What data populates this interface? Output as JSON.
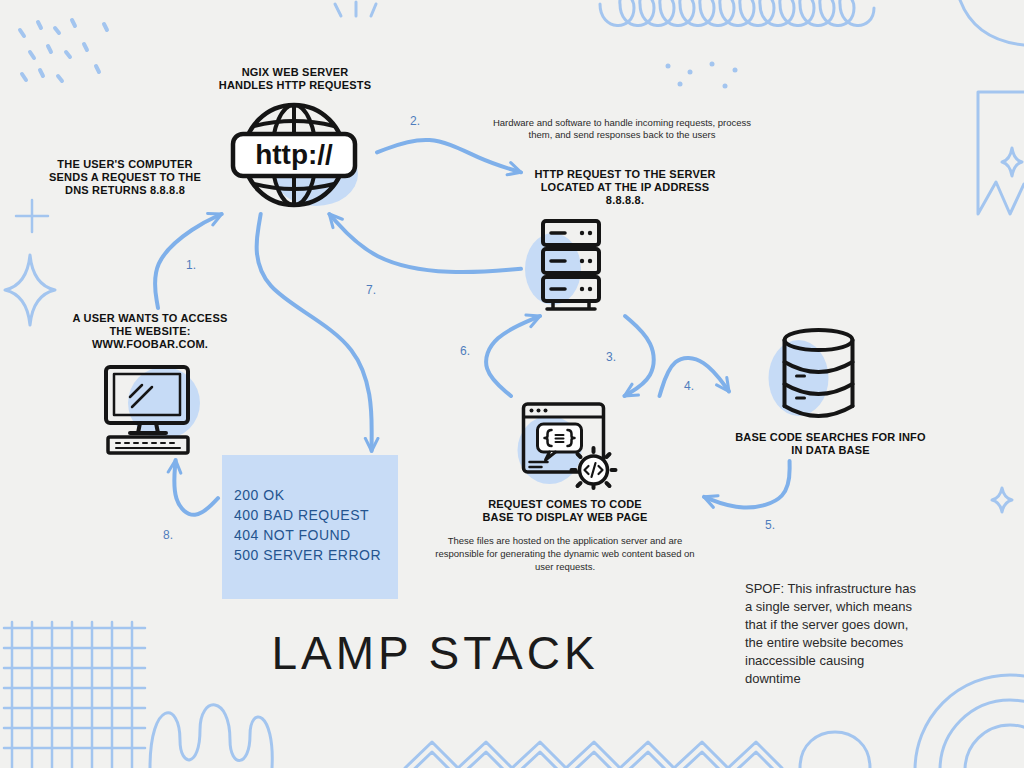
{
  "diagram": {
    "title": "LAMP STACK",
    "nodes": [
      {
        "text": [
          "NGIX WEB SERVER HANDLES HTTP REQUESTS",
          "http://"
        ]
      },
      {
        "text": [
          "HTTP REQUEST TO THE SERVER LOCATED AT THE IP ADDRESS 8.8.8.8."
        ]
      },
      {
        "text": [
          "A USER WANTS TO ACCESS THE WEBSITE: WWW.FOOBAR.COM."
        ]
      },
      {
        "text": [
          "BASE CODE SEARCHES FOR INFO IN DATA BASE"
        ]
      },
      {
        "text": [
          "REQUEST COMES TO CODE BASE TO DISPLAY WEB PAGE",
          "These files are hosted on the application server and are responsible for generating the dynamic web content based on user requests."
        ]
      },
      {
        "text": [
          "200 OK",
          "400 BAD REQUEST",
          "404 NOT FOUND",
          "500 SERVER ERROR"
        ]
      }
    ],
    "edges": [
      {
        "from": 2,
        "to": 0,
        "arrow": "to",
        "label": "1."
      },
      {
        "from": 0,
        "to": 1,
        "arrow": "to",
        "label": "2."
      },
      {
        "from": 1,
        "to": 4,
        "arrow": "to",
        "label": "3."
      },
      {
        "from": 4,
        "to": 3,
        "arrow": "to",
        "label": "4."
      },
      {
        "from": 3,
        "to": 4,
        "arrow": "to",
        "label": "5."
      },
      {
        "from": 4,
        "to": 1,
        "arrow": "to",
        "label": "6."
      },
      {
        "from": 1,
        "to": 0,
        "arrow": "to",
        "label": "7."
      },
      {
        "from": 5,
        "to": 2,
        "arrow": "to",
        "label": "8."
      },
      {
        "from": 0,
        "to": 5,
        "arrow": "to"
      }
    ],
    "labels": [
      "THE USER'S COMPUTER SENDS A REQUEST TO THE DNS RETURNS 8.8.8.8",
      "Hardware and software to handle incoming requests, process them, and send responses back to the users",
      "SPOF: This infrastructure has a single server, which means that if the server goes down, the entire website becomes inaccessible causing downtime"
    ]
  }
}
